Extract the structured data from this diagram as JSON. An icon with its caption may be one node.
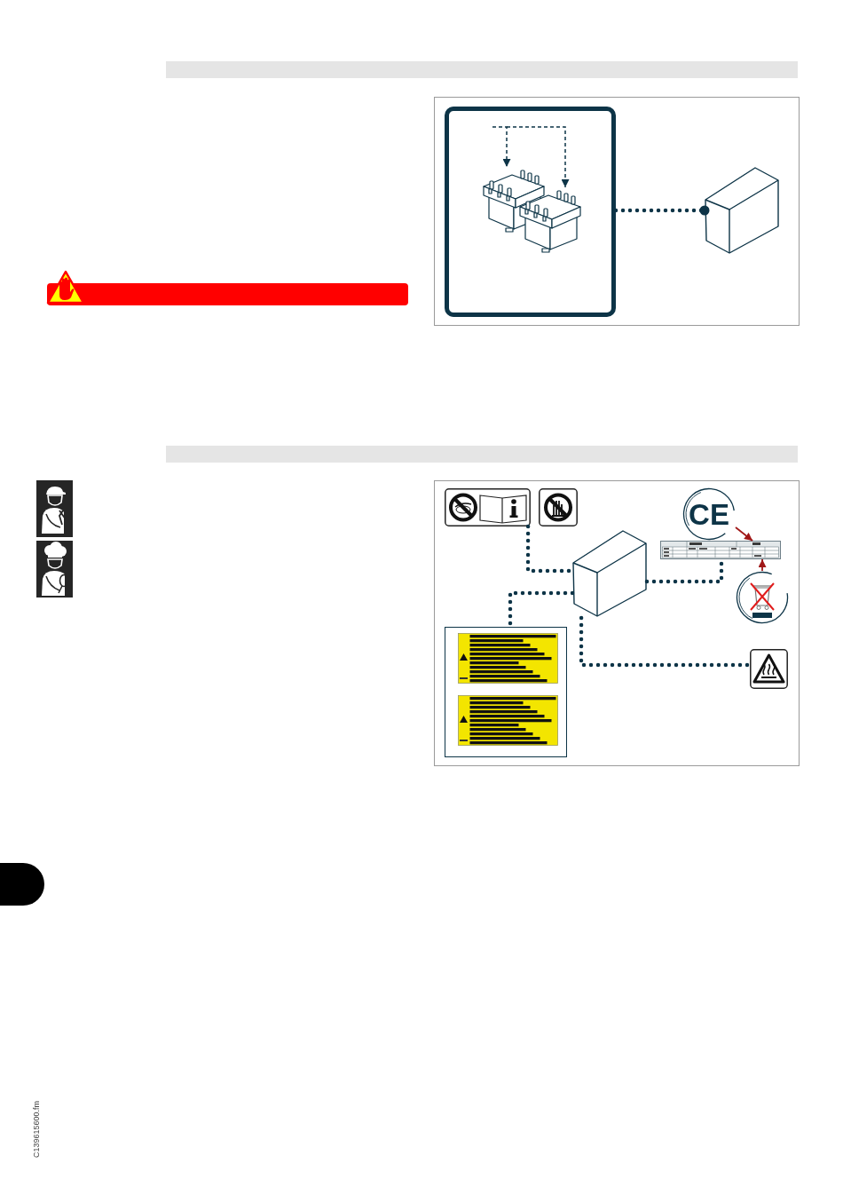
{
  "diagram": {
    "nodes": [
      {
        "text": [],
        "shape": "box"
      },
      {
        "text": [],
        "shape": "picture",
        "in": 0
      },
      {
        "text": [],
        "shape": "picture",
        "in": 0
      },
      {
        "text": [],
        "shape": "picture"
      },
      {
        "text": [],
        "shape": "picture"
      },
      {
        "text": [],
        "shape": "picture"
      },
      {
        "text": [
          "CE"
        ]
      },
      {
        "text": [],
        "shape": "picture"
      },
      {
        "text": [],
        "shape": "picture"
      },
      {
        "text": [],
        "shape": "picture"
      },
      {
        "text": [],
        "shape": "picture"
      },
      {
        "text": [],
        "shape": "box"
      }
    ],
    "edges": [
      {
        "from": null,
        "to": 1,
        "arrow": "to",
        "style": "dashed"
      },
      {
        "from": null,
        "to": 2,
        "arrow": "to",
        "style": "dashed"
      },
      {
        "from": 0,
        "to": 3,
        "arrow": "other",
        "style": "dashed"
      },
      {
        "from": 4,
        "to": 8,
        "arrow": "none",
        "style": "dashed"
      },
      {
        "from": 8,
        "to": 11,
        "arrow": "none",
        "style": "dashed"
      },
      {
        "from": 8,
        "to": 7,
        "arrow": "none",
        "style": "dashed"
      },
      {
        "from": 8,
        "to": 10,
        "arrow": "none",
        "style": "dashed"
      },
      {
        "from": 6,
        "to": 7,
        "arrow": "to",
        "color": "#a01818"
      },
      {
        "from": 9,
        "to": 7,
        "arrow": "to",
        "color": "#a01818"
      }
    ],
    "labels": [
      "C139615600.fm"
    ]
  }
}
